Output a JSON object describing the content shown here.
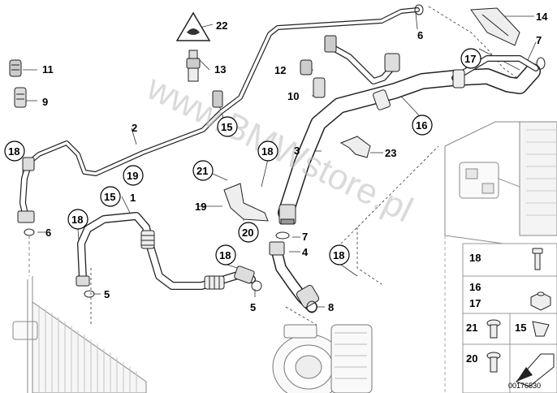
{
  "diagram": {
    "catalog_number": "00176530",
    "watermark": "www.BMWstore.pl",
    "callout_numbers": [
      "1",
      "2",
      "3",
      "4",
      "5",
      "6",
      "7",
      "8",
      "9",
      "10",
      "11",
      "12",
      "13",
      "14",
      "15",
      "16",
      "17",
      "18",
      "19",
      "20",
      "21",
      "22",
      "23"
    ]
  },
  "labels": {
    "n22": "22",
    "n14": "14",
    "n6a": "6",
    "n7a": "7",
    "n17a": "17",
    "n11": "11",
    "n13": "13",
    "n12": "12",
    "n9": "9",
    "n10": "10",
    "n16a": "16",
    "n15a": "15",
    "n2": "2",
    "n3": "3",
    "n23": "23",
    "n18a": "18",
    "n18b": "18",
    "n21a": "21",
    "n19a": "19",
    "n15b": "15",
    "n1": "1",
    "n19b": "19",
    "n20a": "20",
    "n18c": "18",
    "n6b": "6",
    "n7b": "7",
    "n4": "4",
    "n18d": "18",
    "n18e": "18",
    "n5a": "5",
    "n5b": "5",
    "n8": "8"
  },
  "legend": {
    "items": [
      {
        "label": "18"
      },
      {
        "label": "16"
      },
      {
        "label": "17"
      },
      {
        "label": "21"
      },
      {
        "label": "15"
      },
      {
        "label": "20"
      }
    ]
  }
}
